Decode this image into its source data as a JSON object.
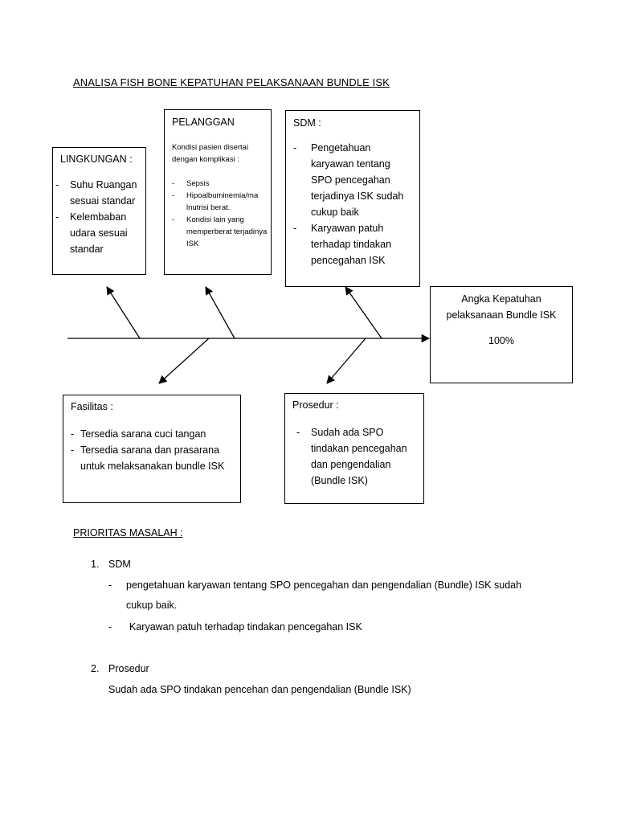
{
  "title": "ANALISA  FISH BONE KEPATUHAN PELAKSANAAN  BUNDLE ISK",
  "lingkungan": {
    "heading": "LINGKUNGAN :",
    "items": [
      "Suhu Ruangan sesuai standar",
      "Kelembaban udara sesuai standar"
    ]
  },
  "pelanggan": {
    "heading": "PELANGGAN",
    "intro": "Kondisi pasien disertai dengan komplikasi :",
    "items": [
      "Sepsis",
      "Hipoalbuminemia/ma lnutrisi berat.",
      "Kondisi lain yang memperberat terjadinya ISK"
    ]
  },
  "sdm": {
    "heading": "SDM :",
    "items": [
      "Pengetahuan karyawan tentang SPO pencegahan terjadinya ISK sudah cukup baik",
      "Karyawan patuh terhadap tindakan pencegahan ISK"
    ]
  },
  "effect": {
    "line1": "Angka Kepatuhan",
    "line2": "pelaksanaan Bundle ISK",
    "value": "100%"
  },
  "fasilitas": {
    "heading": "Fasilitas :",
    "items": [
      "Tersedia sarana cuci tangan",
      "Tersedia sarana dan prasarana untuk melaksanakan bundle ISK"
    ]
  },
  "prosedur": {
    "heading": "Prosedur :",
    "items": [
      "Sudah ada SPO tindakan pencegahan dan pengendalian (Bundle ISK)"
    ]
  },
  "prioritas": {
    "heading": "PRIORITAS MASALAH :",
    "item1_num": "1.",
    "item1_label": "SDM",
    "item1_sub1a": "pengetahuan karyawan tentang SPO pencegahan dan pengendalian  (Bundle) ISK sudah",
    "item1_sub1b": "cukup baik.",
    "item1_sub2": "Karyawan patuh terhadap tindakan pencegahan ISK",
    "item2_num": "2.",
    "item2_label": "Prosedur",
    "item2_text": "Sudah ada SPO tindakan pencehan dan pengendalian (Bundle ISK)"
  }
}
